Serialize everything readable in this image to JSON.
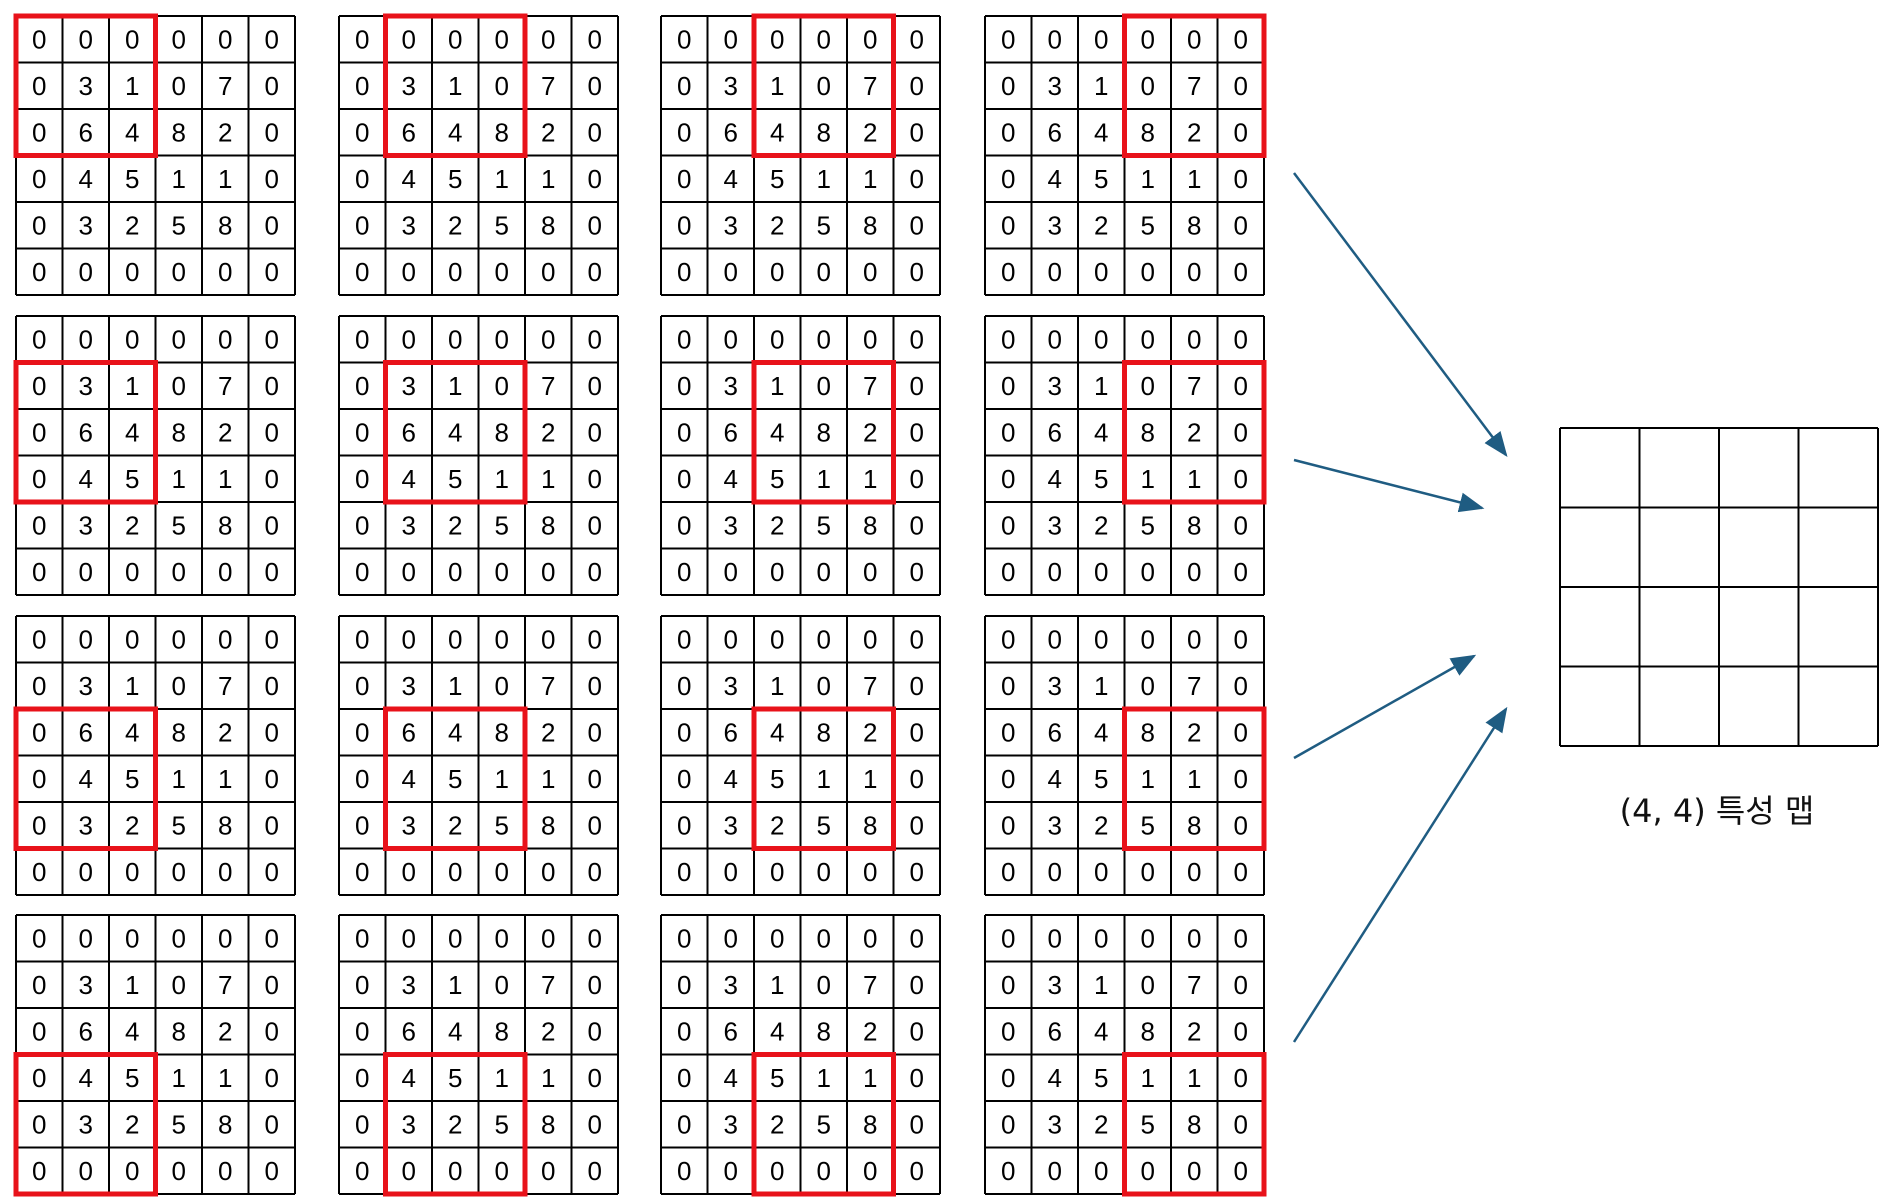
{
  "input_matrix": [
    [
      0,
      0,
      0,
      0,
      0,
      0
    ],
    [
      0,
      3,
      1,
      0,
      7,
      0
    ],
    [
      0,
      6,
      4,
      8,
      2,
      0
    ],
    [
      0,
      4,
      5,
      1,
      1,
      0
    ],
    [
      0,
      3,
      2,
      5,
      8,
      0
    ],
    [
      0,
      0,
      0,
      0,
      0,
      0
    ]
  ],
  "kernel_size": 3,
  "stride": 1,
  "window_positions": [
    {
      "row": 0,
      "col": 0
    },
    {
      "row": 0,
      "col": 1
    },
    {
      "row": 0,
      "col": 2
    },
    {
      "row": 0,
      "col": 3
    },
    {
      "row": 1,
      "col": 0
    },
    {
      "row": 1,
      "col": 1
    },
    {
      "row": 1,
      "col": 2
    },
    {
      "row": 1,
      "col": 3
    },
    {
      "row": 2,
      "col": 0
    },
    {
      "row": 2,
      "col": 1
    },
    {
      "row": 2,
      "col": 2
    },
    {
      "row": 2,
      "col": 3
    },
    {
      "row": 3,
      "col": 0
    },
    {
      "row": 3,
      "col": 1
    },
    {
      "row": 3,
      "col": 2
    },
    {
      "row": 3,
      "col": 3
    }
  ],
  "feature_map": {
    "rows": 4,
    "cols": 4,
    "caption": "(4, 4) 특성 맵"
  },
  "colors": {
    "grid_line": "#000000",
    "window_highlight": "#e8121a",
    "arrow": "#1f5c82",
    "text": "#000000"
  }
}
